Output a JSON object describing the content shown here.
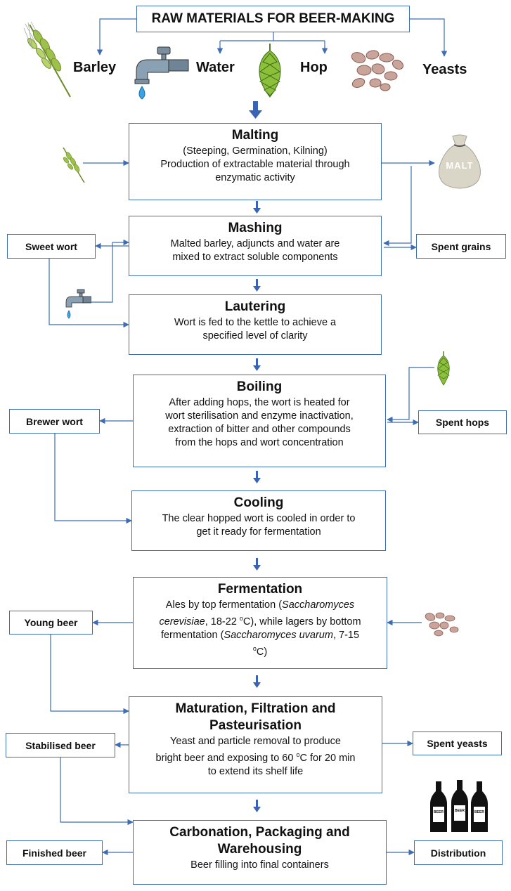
{
  "header": {
    "title": "RAW MATERIALS FOR BEER-MAKING"
  },
  "raw_materials": [
    "Barley",
    "Water",
    "Hop",
    "Yeasts"
  ],
  "icons": {
    "barley": "wheat-ear-icon",
    "water": "faucet-icon",
    "hop": "hop-cone-icon",
    "yeasts": "yeast-cells-icon",
    "malt": "malt-sack-icon",
    "bottles": "beer-bottles-icon"
  },
  "malt_sack_text": "MALT",
  "bottle_text": "BEER",
  "stages": {
    "malting": {
      "title": "Malting",
      "desc1": "(Steeping, Germination, Kilning)",
      "desc2": "Production of extractable material through",
      "desc3": "enzymatic activity"
    },
    "mashing": {
      "title": "Mashing",
      "desc1": "Malted barley, adjuncts and water are",
      "desc2": "mixed to extract soluble components"
    },
    "lautering": {
      "title": "Lautering",
      "desc1": "Wort is fed to the kettle to achieve a",
      "desc2": "specified level of clarity"
    },
    "boiling": {
      "title": "Boiling",
      "desc1": "After adding hops, the wort is heated for",
      "desc2": "wort sterilisation and enzyme inactivation,",
      "desc3": "extraction of bitter and other compounds",
      "desc4": "from the hops and wort concentration"
    },
    "cooling": {
      "title": "Cooling",
      "desc1": "The clear hopped wort is cooled in order to",
      "desc2": "get it ready for fermentation"
    },
    "fermentation": {
      "title": "Fermentation",
      "l1a": "Ales by top fermentation (",
      "l1b": "Saccharomyces",
      "l2a": "cerevisiae",
      "l2b": ", 18-22 ",
      "l2sup": "o",
      "l2c": "C), while lagers by bottom",
      "l3a": "fermentation (",
      "l3b": "Saccharomyces uvarum",
      "l3c": ", 7-15",
      "l4sup": "o",
      "l4a": "C)"
    },
    "maturation": {
      "title1": "Maturation, Filtration and",
      "title2": "Pasteurisation",
      "desc1": "Yeast and particle removal to produce",
      "desc2a": "bright beer and exposing to 60 ",
      "desc2sup": "o",
      "desc2b": "C for 20 min",
      "desc3": "to extend its shelf life"
    },
    "carbonation": {
      "title1": "Carbonation, Packaging and",
      "title2": "Warehousing",
      "desc1": "Beer filling into final containers"
    }
  },
  "side_outputs": {
    "sweet_wort": "Sweet wort",
    "spent_grains": "Spent grains",
    "brewer_wort": "Brewer wort",
    "spent_hops": "Spent hops",
    "young_beer": "Young beer",
    "stabilised_beer": "Stabilised beer",
    "spent_yeasts": "Spent yeasts",
    "finished_beer": "Finished beer",
    "distribution": "Distribution"
  },
  "colors": {
    "border": "#3e6db3",
    "arrow": "#3e6db3",
    "main_arrow": "#3a64b3"
  }
}
